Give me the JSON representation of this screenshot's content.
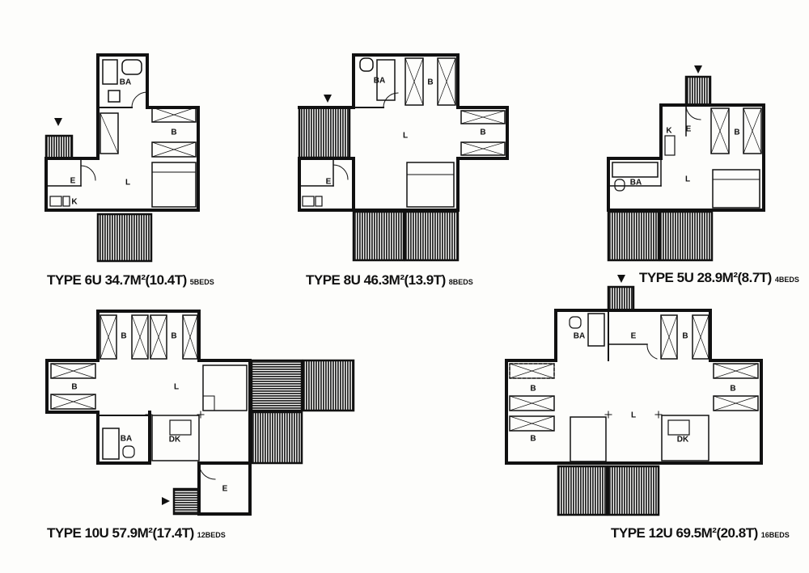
{
  "colors": {
    "ink": "#111111",
    "paper": "#fdfdfb",
    "hatch": "#2a2a2a"
  },
  "captions": {
    "t6": {
      "main": "TYPE 6U  34.7M²(10.4T)",
      "beds": "5BEDS"
    },
    "t8": {
      "main": "TYPE 8U  46.3M²(13.9T)",
      "beds": "8BEDS"
    },
    "t5": {
      "main": "TYPE 5U  28.9M²(8.7T)",
      "beds": "4BEDS"
    },
    "t10": {
      "main": "TYPE 10U  57.9M²(17.4T)",
      "beds": "12BEDS"
    },
    "t12": {
      "main": "TYPE 12U  69.5M²(20.8T)",
      "beds": "16BEDS"
    }
  },
  "labels": {
    "bath": "BA",
    "bed": "B",
    "living": "L",
    "entry": "E",
    "kitchen": "K",
    "dining_kitchen": "DK"
  }
}
